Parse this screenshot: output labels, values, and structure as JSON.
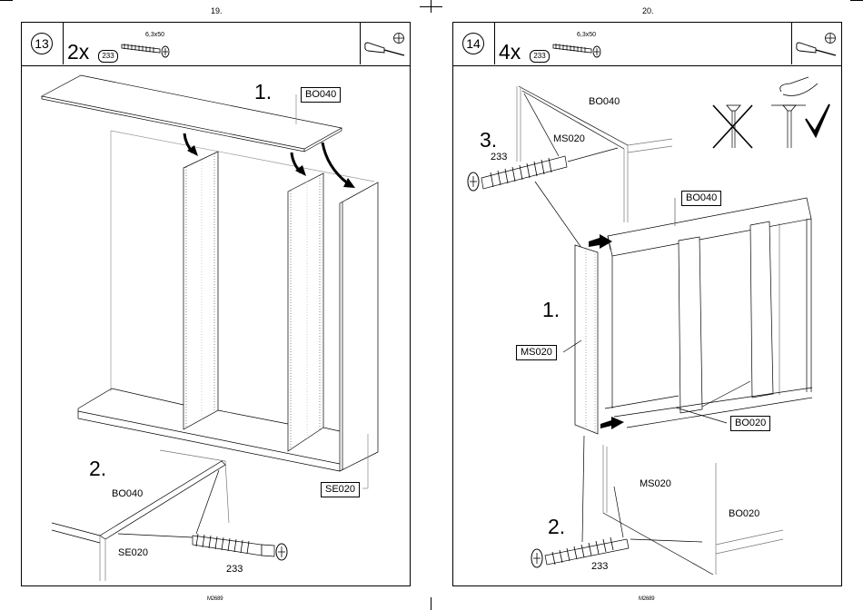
{
  "document": {
    "type": "assembly instructions"
  },
  "pages": [
    {
      "page_number": "19.",
      "footer_code": "M2689",
      "step": {
        "number": "13",
        "quantity": "2x",
        "part_number": "233",
        "screw_size": "6,3x50",
        "tool": "phillips-screwdriver"
      },
      "substeps": [
        {
          "number": "1.",
          "callouts": [
            "BO040",
            "SE020"
          ]
        },
        {
          "number": "2.",
          "labels": [
            "BO040",
            "SE020",
            "233"
          ]
        }
      ]
    },
    {
      "page_number": "20.",
      "footer_code": "M2689",
      "step": {
        "number": "14",
        "quantity": "4x",
        "part_number": "233",
        "screw_size": "6,3x50",
        "tool": "phillips-screwdriver"
      },
      "substeps": [
        {
          "number": "1.",
          "callouts": [
            "BO040",
            "MS020",
            "BO020"
          ]
        },
        {
          "number": "2.",
          "labels": [
            "MS020",
            "BO020",
            "233"
          ]
        },
        {
          "number": "3.",
          "labels": [
            "BO040",
            "MS020",
            "233"
          ]
        }
      ],
      "notes": {
        "wrong_icon": "cross-mark",
        "right_icon": "check-mark"
      }
    }
  ]
}
